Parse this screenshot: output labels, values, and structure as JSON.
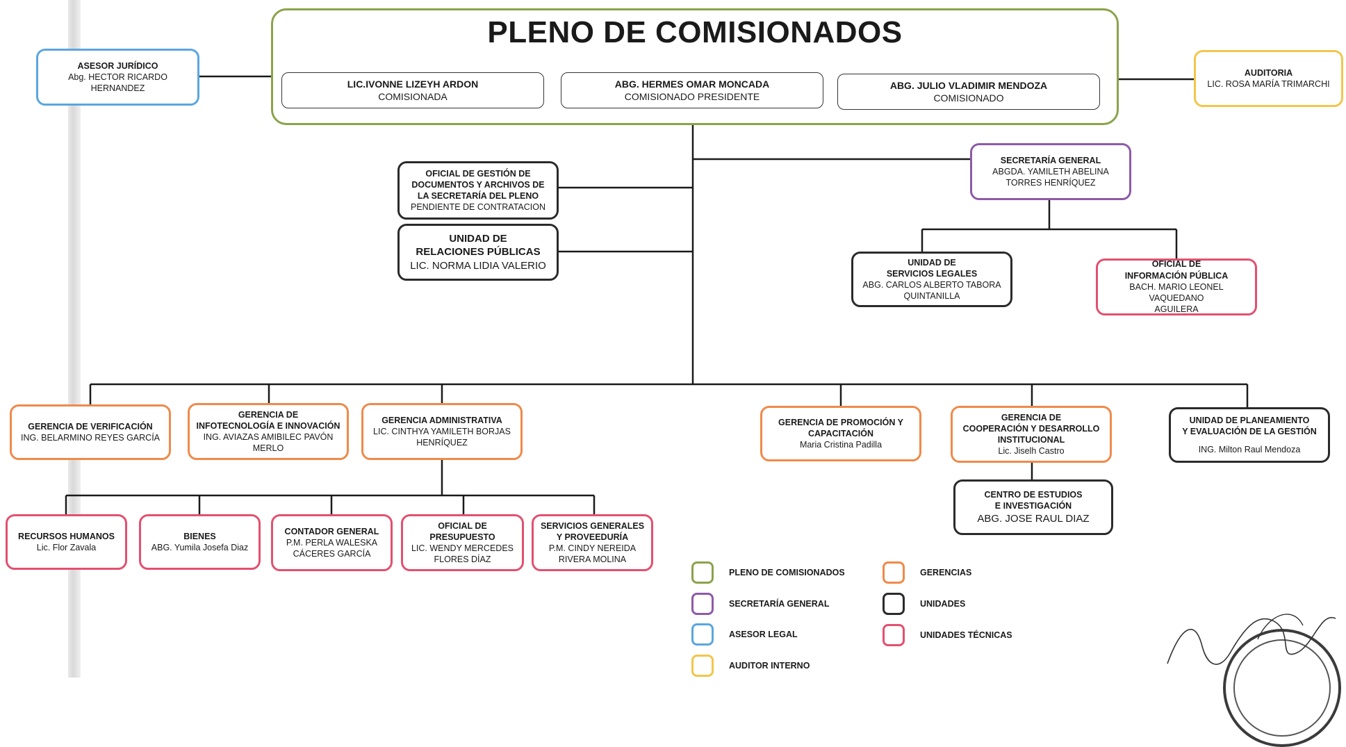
{
  "pleno": {
    "title": "PLENO DE COMISIONADOS",
    "members": [
      {
        "name": "LIC.IVONNE LIZEYH ARDON",
        "role": "COMISIONADA"
      },
      {
        "name": "ABG. HERMES OMAR MONCADA",
        "role": "COMISIONADO PRESIDENTE"
      },
      {
        "name": "ABG. JULIO VLADIMIR MENDOZA",
        "role": "COMISIONADO"
      }
    ]
  },
  "asesor": {
    "title": "ASESOR JURÍDICO",
    "lines": [
      "Abg. HECTOR RICARDO",
      "HERNANDEZ"
    ]
  },
  "auditoria": {
    "title": "AUDITORIA",
    "lines": [
      "LIC. ROSA MARÍA TRIMARCHI"
    ]
  },
  "oficial_gestion": {
    "lines": [
      "OFICIAL DE GESTIÓN DE",
      "DOCUMENTOS Y ARCHIVOS DE",
      "LA SECRETARÍA DEL PLENO"
    ],
    "person": "PENDIENTE DE CONTRATACION"
  },
  "relaciones": {
    "lines": [
      "UNIDAD DE",
      "RELACIONES PÚBLICAS"
    ],
    "person": "LIC. NORMA LIDIA VALERIO"
  },
  "secretaria": {
    "title": "SECRETARÍA GENERAL",
    "lines": [
      "ABGDA. YAMILETH ABELINA",
      "TORRES HENRÍQUEZ"
    ]
  },
  "servicios_legales": {
    "lines": [
      "UNIDAD DE",
      "SERVICIOS LEGALES"
    ],
    "persons": [
      "ABG. CARLOS ALBERTO TABORA",
      "QUINTANILLA"
    ]
  },
  "informacion_publica": {
    "lines": [
      "OFICIAL DE",
      "INFORMACIÓN PÚBLICA"
    ],
    "persons": [
      "BACH. MARIO LEONEL VAQUEDANO",
      "AGUILERA"
    ]
  },
  "gerencias": {
    "verificacion": {
      "lines": [
        "GERENCIA DE VERIFICACIÓN"
      ],
      "persons": [
        "ING. BELARMINO REYES GARCÍA"
      ]
    },
    "infotecnologia": {
      "lines": [
        "GERENCIA DE",
        "INFOTECNOLOGÍA E INNOVACIÓN"
      ],
      "persons": [
        "ING. AVIAZAS AMIBILEC PAVÓN",
        "MERLO"
      ]
    },
    "administrativa": {
      "lines": [
        "GERENCIA ADMINISTRATIVA"
      ],
      "persons": [
        "LIC. CINTHYA YAMILETH BORJAS",
        "HENRÍQUEZ"
      ]
    },
    "promocion": {
      "lines": [
        "GERENCIA DE PROMOCIÓN Y",
        "CAPACITACIÓN"
      ],
      "persons": [
        "Maria Cristina Padilla"
      ]
    },
    "cooperacion": {
      "lines": [
        "GERENCIA DE",
        "COOPERACIÓN  Y DESARROLLO",
        "INSTITUCIONAL"
      ],
      "persons": [
        "Lic. Jiselh Castro"
      ]
    },
    "planeamiento": {
      "lines": [
        "UNIDAD DE PLANEAMIENTO",
        "Y EVALUACIÓN DE LA GESTIÓN"
      ],
      "persons": [
        "ING. Milton Raul Mendoza"
      ]
    }
  },
  "centro": {
    "lines": [
      "CENTRO DE ESTUDIOS",
      "E INVESTIGACIÓN"
    ],
    "person": "ABG. JOSE RAUL DIAZ"
  },
  "admin_units": {
    "rrhh": {
      "lines": [
        "RECURSOS HUMANOS"
      ],
      "persons": [
        "Lic. Flor Zavala"
      ]
    },
    "bienes": {
      "lines": [
        "BIENES"
      ],
      "persons": [
        "ABG. Yumila Josefa Diaz"
      ]
    },
    "contador": {
      "lines": [
        "CONTADOR GENERAL"
      ],
      "persons": [
        "P.M. PERLA WALESKA",
        "CÁCERES GARCÍA"
      ]
    },
    "presupuesto": {
      "lines": [
        "OFICIAL DE",
        "PRESUPUESTO"
      ],
      "persons": [
        "LIC. WENDY MERCEDES",
        "FLORES DÍAZ"
      ]
    },
    "servicios_generales": {
      "lines": [
        "SERVICIOS  GENERALES",
        "Y PROVEEDURÍA"
      ],
      "persons": [
        "P.M. CINDY NEREIDA",
        "RIVERA MOLINA"
      ]
    }
  },
  "legend": [
    {
      "label": "PLENO DE COMISIONADOS",
      "color": "#8aa34a"
    },
    {
      "label": "SECRETARÍA GENERAL",
      "color": "#8e5aa8"
    },
    {
      "label": "ASESOR LEGAL",
      "color": "#5aa6e0"
    },
    {
      "label": "AUDITOR INTERNO",
      "color": "#f1c64a"
    },
    {
      "label": "GERENCIAS",
      "color": "#ef8a4a"
    },
    {
      "label": "UNIDADES",
      "color": "#2a2a2a"
    },
    {
      "label": "UNIDADES TÉCNICAS",
      "color": "#e2506f"
    }
  ]
}
